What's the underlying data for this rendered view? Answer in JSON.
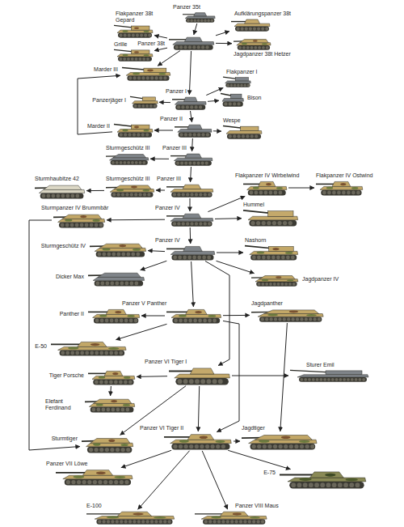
{
  "diagram": {
    "nodes": [
      {
        "text": [
          "Panzer 35t"
        ]
      },
      {
        "text": [
          "Aufklärungspanzer 38t"
        ]
      },
      {
        "text": [
          "Flakpanzer 38t Gepard"
        ]
      },
      {
        "text": [
          "Panzer 38t"
        ]
      },
      {
        "text": [
          "Grille"
        ]
      },
      {
        "text": [
          "Jagdpanzer 38t Hetzer"
        ]
      },
      {
        "text": [
          "Marder III"
        ]
      },
      {
        "text": [
          "Flakpanzer I"
        ]
      },
      {
        "text": [
          "Panzer I"
        ]
      },
      {
        "text": [
          "Panzerjäger I"
        ]
      },
      {
        "text": [
          "Bison"
        ]
      },
      {
        "text": [
          "Panzer II"
        ]
      },
      {
        "text": [
          "Wespe"
        ]
      },
      {
        "text": [
          "Marder II"
        ]
      },
      {
        "text": [
          "Sturmgeschütz III"
        ]
      },
      {
        "text": [
          "Panzer III"
        ]
      },
      {
        "text": [
          "Flakpanzer IV Wirbelwind"
        ]
      },
      {
        "text": [
          "Flakpanzer IV Ostwind"
        ]
      },
      {
        "text": [
          "Sturmhaubitze 42"
        ]
      },
      {
        "text": [
          "Sturmgeschütz III"
        ]
      },
      {
        "text": [
          "Panzer III"
        ]
      },
      {
        "text": [
          "Sturmpanzer IV Brummbär"
        ]
      },
      {
        "text": [
          "Panzer IV"
        ]
      },
      {
        "text": [
          "Hummel"
        ]
      },
      {
        "text": [
          "Sturmgeschütz IV"
        ]
      },
      {
        "text": [
          "Panzer IV"
        ]
      },
      {
        "text": [
          "Nashorn"
        ]
      },
      {
        "text": [
          "Jagdpanzer IV"
        ]
      },
      {
        "text": [
          "Dicker Max"
        ]
      },
      {
        "text": [
          "Panzer V Panther"
        ]
      },
      {
        "text": [
          "Panther II"
        ]
      },
      {
        "text": [
          "Jagdpanther"
        ]
      },
      {
        "text": [
          "E-50"
        ]
      },
      {
        "text": [
          "Panzer VI Tiger I"
        ]
      },
      {
        "text": [
          "Sturer Emil"
        ]
      },
      {
        "text": [
          "Tiger Porsche"
        ]
      },
      {
        "text": [
          "Elefant Ferdinand"
        ]
      },
      {
        "text": [
          "Panzer VI Tiger II"
        ]
      },
      {
        "text": [
          "Jagdtiger"
        ]
      },
      {
        "text": [
          "Sturmtiger"
        ]
      },
      {
        "text": [
          "Panzer VII Löwe"
        ]
      },
      {
        "text": [
          "E-75"
        ]
      },
      {
        "text": [
          "Panzer VIII Maus"
        ]
      },
      {
        "text": [
          "E-100"
        ]
      }
    ],
    "edges": [
      {
        "from": 0,
        "to": 3,
        "arrow": "to"
      },
      {
        "from": 3,
        "to": 2,
        "arrow": "to"
      },
      {
        "from": 3,
        "to": 1,
        "arrow": "to"
      },
      {
        "from": 3,
        "to": 4,
        "arrow": "to"
      },
      {
        "from": 3,
        "to": 5,
        "arrow": "to"
      },
      {
        "from": 3,
        "to": 6,
        "arrow": "to"
      },
      {
        "from": 3,
        "to": 8,
        "arrow": "to"
      },
      {
        "from": 8,
        "to": 7,
        "arrow": "to"
      },
      {
        "from": 8,
        "to": 10,
        "arrow": "to"
      },
      {
        "from": 8,
        "to": 9,
        "arrow": "to"
      },
      {
        "from": 8,
        "to": 11,
        "arrow": "to"
      },
      {
        "from": 11,
        "to": 12,
        "arrow": "to"
      },
      {
        "from": 11,
        "to": 13,
        "arrow": "to"
      },
      {
        "from": 13,
        "to": 6,
        "arrow": "to"
      },
      {
        "from": 11,
        "to": 15,
        "arrow": "to"
      },
      {
        "from": 15,
        "to": 14,
        "arrow": "to"
      },
      {
        "from": 15,
        "to": 20,
        "arrow": "to"
      },
      {
        "from": 20,
        "to": 19,
        "arrow": "to"
      },
      {
        "from": 19,
        "to": 18,
        "arrow": "to"
      },
      {
        "from": 20,
        "to": 22,
        "arrow": "to"
      },
      {
        "from": 22,
        "to": 16,
        "arrow": "to"
      },
      {
        "from": 16,
        "to": 17,
        "arrow": "to"
      },
      {
        "from": 22,
        "to": 23,
        "arrow": "to"
      },
      {
        "from": 22,
        "to": 21,
        "arrow": "to"
      },
      {
        "from": 21,
        "to": 39,
        "arrow": "to"
      },
      {
        "from": 22,
        "to": 25,
        "arrow": "to"
      },
      {
        "from": 25,
        "to": 24,
        "arrow": "to"
      },
      {
        "from": 25,
        "to": 26,
        "arrow": "to"
      },
      {
        "from": 25,
        "to": 27,
        "arrow": "to"
      },
      {
        "from": 25,
        "to": 28,
        "arrow": "to"
      },
      {
        "from": 25,
        "to": 29,
        "arrow": "to"
      },
      {
        "from": 25,
        "to": 33,
        "arrow": "to"
      },
      {
        "from": 29,
        "to": 30,
        "arrow": "to"
      },
      {
        "from": 29,
        "to": 31,
        "arrow": "to"
      },
      {
        "from": 29,
        "to": 32,
        "arrow": "to"
      },
      {
        "from": 33,
        "to": 35,
        "arrow": "to"
      },
      {
        "from": 35,
        "to": 36,
        "arrow": "to"
      },
      {
        "from": 33,
        "to": 34,
        "arrow": "to"
      },
      {
        "from": 33,
        "to": 37,
        "arrow": "to"
      },
      {
        "from": 33,
        "to": 39,
        "arrow": "to"
      },
      {
        "from": 29,
        "to": 37,
        "arrow": "to"
      },
      {
        "from": 37,
        "to": 38,
        "arrow": "to"
      },
      {
        "from": 31,
        "to": 38,
        "arrow": "to"
      },
      {
        "from": 37,
        "to": 40,
        "arrow": "to"
      },
      {
        "from": 37,
        "to": 41,
        "arrow": "to"
      },
      {
        "from": 37,
        "to": 43,
        "arrow": "to"
      },
      {
        "from": 37,
        "to": 42,
        "arrow": "to"
      }
    ]
  }
}
